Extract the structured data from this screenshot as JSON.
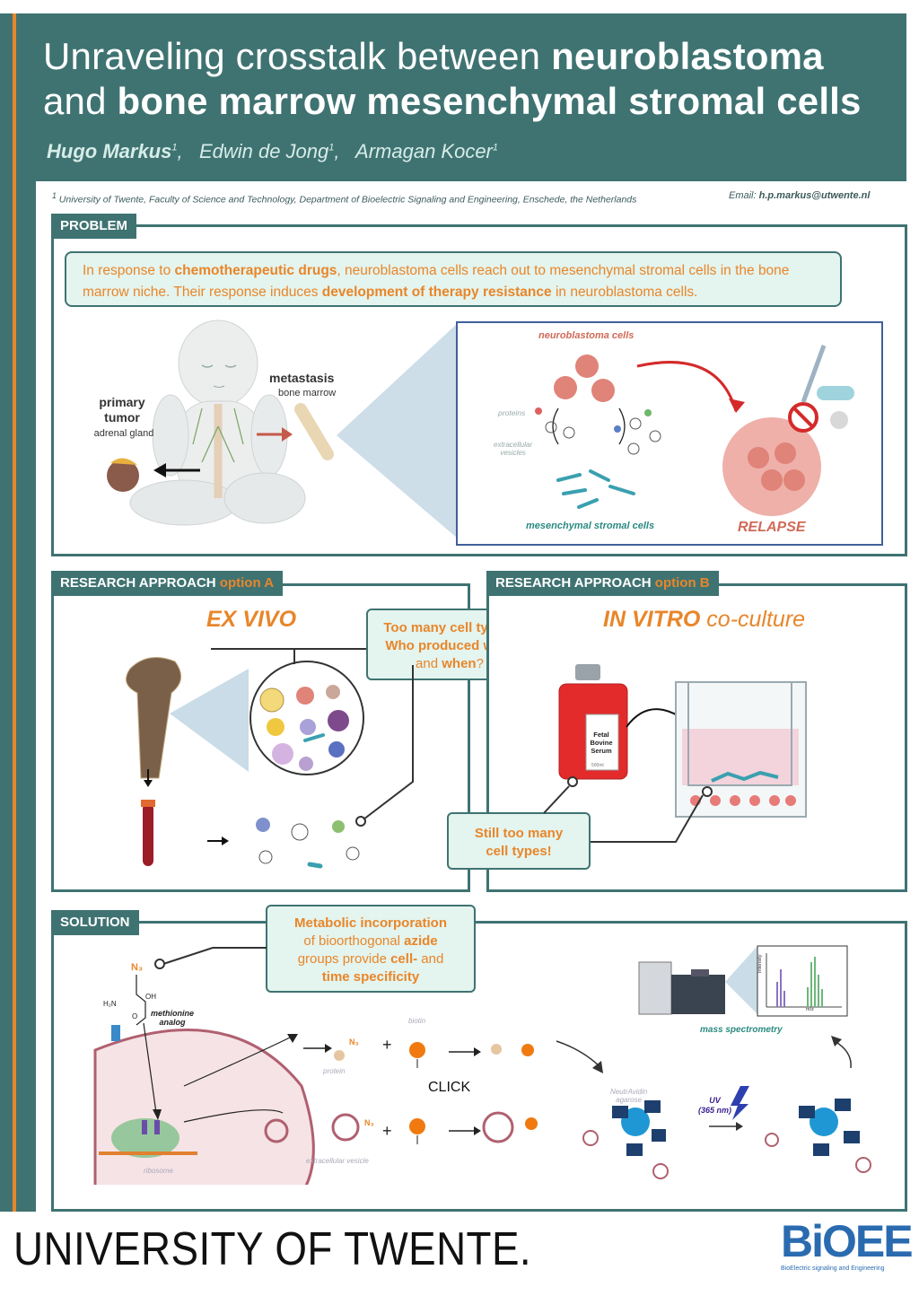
{
  "header": {
    "title_line1_plain": "Unraveling crosstalk between ",
    "title_line1_bold": "neuroblastoma",
    "title_line2_plain": "and ",
    "title_line2_bold": "bone marrow mesenchymal stromal cells",
    "authors": [
      {
        "name": "Hugo Markus",
        "sup": "1",
        "bold": true
      },
      {
        "name": "Edwin de Jong",
        "sup": "1"
      },
      {
        "name": "Armagan Kocer",
        "sup": "1"
      }
    ],
    "affiliation_sup": "1",
    "affiliation": " University of Twente, Faculty of Science and Technology, Department of Bioelectric Signaling and Engineering, Enschede, the Netherlands",
    "email_label": "Email: ",
    "email": "h.p.markus@utwente.nl"
  },
  "problem": {
    "tag": "PROBLEM",
    "text_1": "In response to ",
    "text_bold_1": "chemotherapeutic drugs",
    "text_2": ", neuroblastoma cells reach out to mesenchymal stromal cells in the bone marrow niche. Their response induces ",
    "text_bold_2": "development of therapy resistance",
    "text_3": " in neuroblastoma cells.",
    "primary_tumor": "primary tumor",
    "adrenal_gland": "adrenal gland",
    "metastasis": "metastasis",
    "bone_marrow": "bone marrow",
    "neuroblastoma_cells": "neuroblastoma cells",
    "proteins": "proteins",
    "extracellular_vesicles_1": "extracellular",
    "extracellular_vesicles_2": "vesicles",
    "msc": "mesenchymal stromal cells",
    "relapse": "RELAPSE"
  },
  "approach_a": {
    "tag": "RESEARCH APPROACH ",
    "tag_option": "option A",
    "heading": "EX VIVO",
    "callout_1": "Too many cell types!",
    "callout_2a": "Who produced ",
    "callout_2b": "what",
    "callout_3a": "and ",
    "callout_3b": "when",
    "callout_3c": "?"
  },
  "approach_b": {
    "tag": "RESEARCH APPROACH ",
    "tag_option": "option B",
    "heading_bold": "IN VITRO",
    "heading_rest": " co-culture",
    "flask_label_1": "Fetal",
    "flask_label_2": "Bovine",
    "flask_label_3": "Serum",
    "flask_volume": "500ml",
    "callout_1": "Still too many",
    "callout_2": "cell types!"
  },
  "solution": {
    "tag": "SOLUTION",
    "callout_1": "Metabolic incorporation",
    "callout_2a": "of bioorthogonal ",
    "callout_2b": "azide",
    "callout_3a": "groups provide ",
    "callout_3b": "cell-",
    "callout_3c": " and",
    "callout_4": "time specificity",
    "n3": "N₃",
    "oh": "OH",
    "h2n": "H₂N",
    "o": "O",
    "methionine_analog_1": "methionine",
    "methionine_analog_2": "analog",
    "ribosome": "ribosome",
    "protein": "protein",
    "biotin": "biotin",
    "extracellular_vesicle": "extracellular vesicle",
    "click": "CLICK",
    "neutravidin_1": "NeutrAvidin",
    "neutravidin_2": "agarose",
    "uv_1": "UV",
    "uv_2": "(365 nm)",
    "mass_spec": "mass spectrometry",
    "intensity": "Intensity",
    "mz": "m/z"
  },
  "footer": {
    "university": "UNIVERSITY OF TWENTE.",
    "boee_logo": "BiOEE",
    "boee_sub": "BioElectric signaling and Engineering"
  },
  "colors": {
    "teal": "#3f7372",
    "orange": "#e8862a",
    "mint": "#e4f4ee"
  }
}
